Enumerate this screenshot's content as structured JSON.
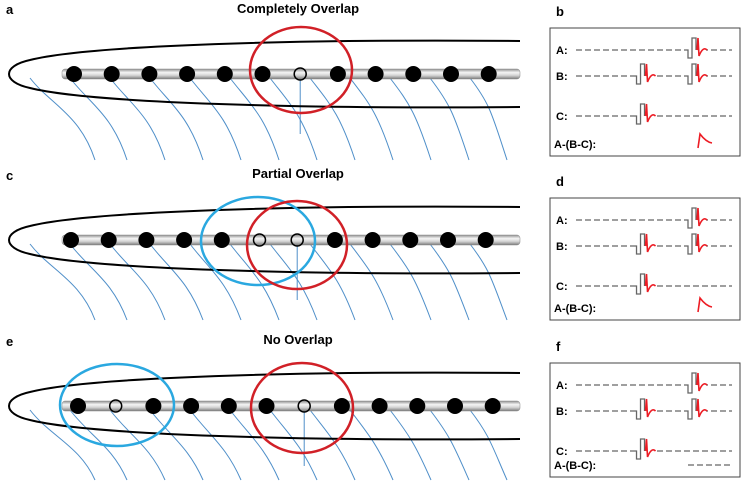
{
  "panels": [
    {
      "letter": "a",
      "title": "Completely Overlap",
      "trace_letter": "b",
      "traces": [
        {
          "label": "A:",
          "pulses": [
            0.5
          ]
        },
        {
          "label": "B:",
          "pulses": [
            0.17,
            0.5
          ]
        },
        {
          "label": "C:",
          "pulses": [
            0.17
          ]
        }
      ],
      "result_label": "A-(B-C):",
      "result": "response"
    },
    {
      "letter": "c",
      "title": "Partial Overlap",
      "trace_letter": "d",
      "traces": [
        {
          "label": "A:",
          "pulses": [
            0.5
          ]
        },
        {
          "label": "B:",
          "pulses": [
            0.17,
            0.5
          ]
        },
        {
          "label": "C:",
          "pulses": [
            0.17
          ]
        }
      ],
      "result_label": "A-(B-C):",
      "result": "response"
    },
    {
      "letter": "e",
      "title": "No Overlap",
      "trace_letter": "f",
      "traces": [
        {
          "label": "A:",
          "pulses": [
            0.5
          ]
        },
        {
          "label": "B:",
          "pulses": [
            0.17,
            0.5
          ]
        },
        {
          "label": "C:",
          "pulses": [
            0.17
          ]
        }
      ],
      "result_label": "A-(B-C):",
      "result": "flat"
    }
  ],
  "colors": {
    "nerve_outline": "#000000",
    "electrode_body": "#b7b7b7",
    "electrode_dot": "#000000",
    "fibers": "#4f8fc9",
    "red_circle": "#d12027",
    "blue_circle": "#2aa8e0",
    "trace_baseline": "#666666",
    "trace_pulse": "#666666",
    "trace_response": "#ed1c24",
    "box_border": "#444444"
  },
  "icons": {
    "electrode_dot": "filled-black-circle",
    "stimulus_site": "open-circle",
    "red_region": "red-ellipse",
    "blue_region": "blue-ellipse"
  }
}
